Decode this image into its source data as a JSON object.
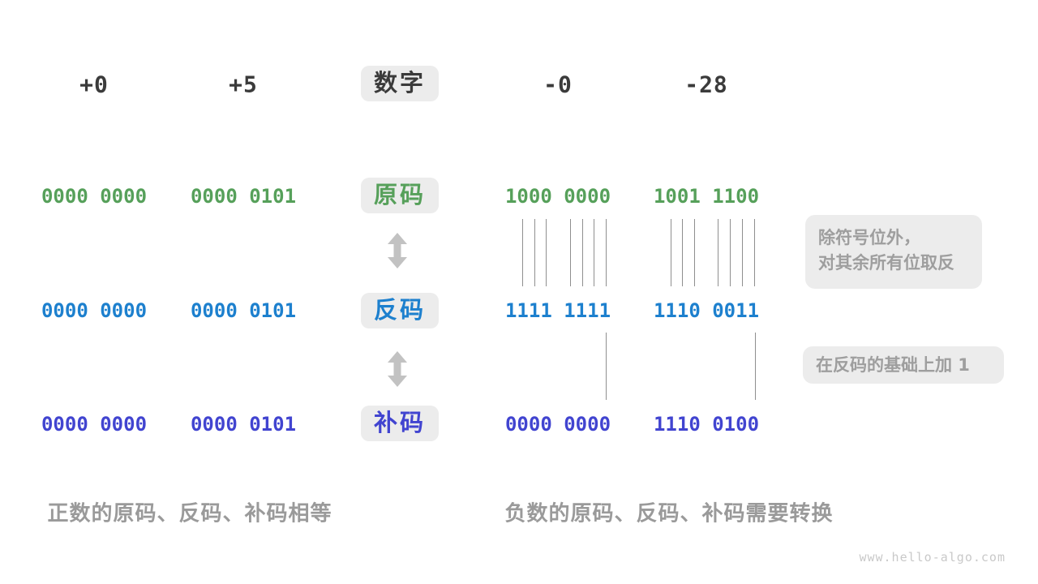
{
  "colors": {
    "green": "#56A05A",
    "blue": "#1D80CE",
    "indigo": "#4144D0",
    "dark": "#3B3B3B",
    "gray_text": "#9A9A9A",
    "box_bg": "#ECECEC"
  },
  "header": {
    "label": "数字",
    "values": [
      "+0",
      "+5",
      "-0",
      "-28"
    ]
  },
  "rows": [
    {
      "id": "sign-magnitude",
      "label": "原码",
      "values": [
        "0000 0000",
        "0000 0101",
        "1000 0000",
        "1001 1100"
      ]
    },
    {
      "id": "ones-complement",
      "label": "反码",
      "values": [
        "0000 0000",
        "0000 0101",
        "1111 1111",
        "1110 0011"
      ]
    },
    {
      "id": "twos-complement",
      "label": "补码",
      "values": [
        "0000 0000",
        "0000 0101",
        "0000 0000",
        "1110 0100"
      ]
    }
  ],
  "annotations": {
    "invert_line1": "除符号位外，",
    "invert_line2": "对其余所有位取反",
    "add_one": "在反码的基础上加 1"
  },
  "captions": {
    "positive": "正数的原码、反码、补码相等",
    "negative": "负数的原码、反码、补码需要转换"
  },
  "watermark": "www.hello-algo.com"
}
